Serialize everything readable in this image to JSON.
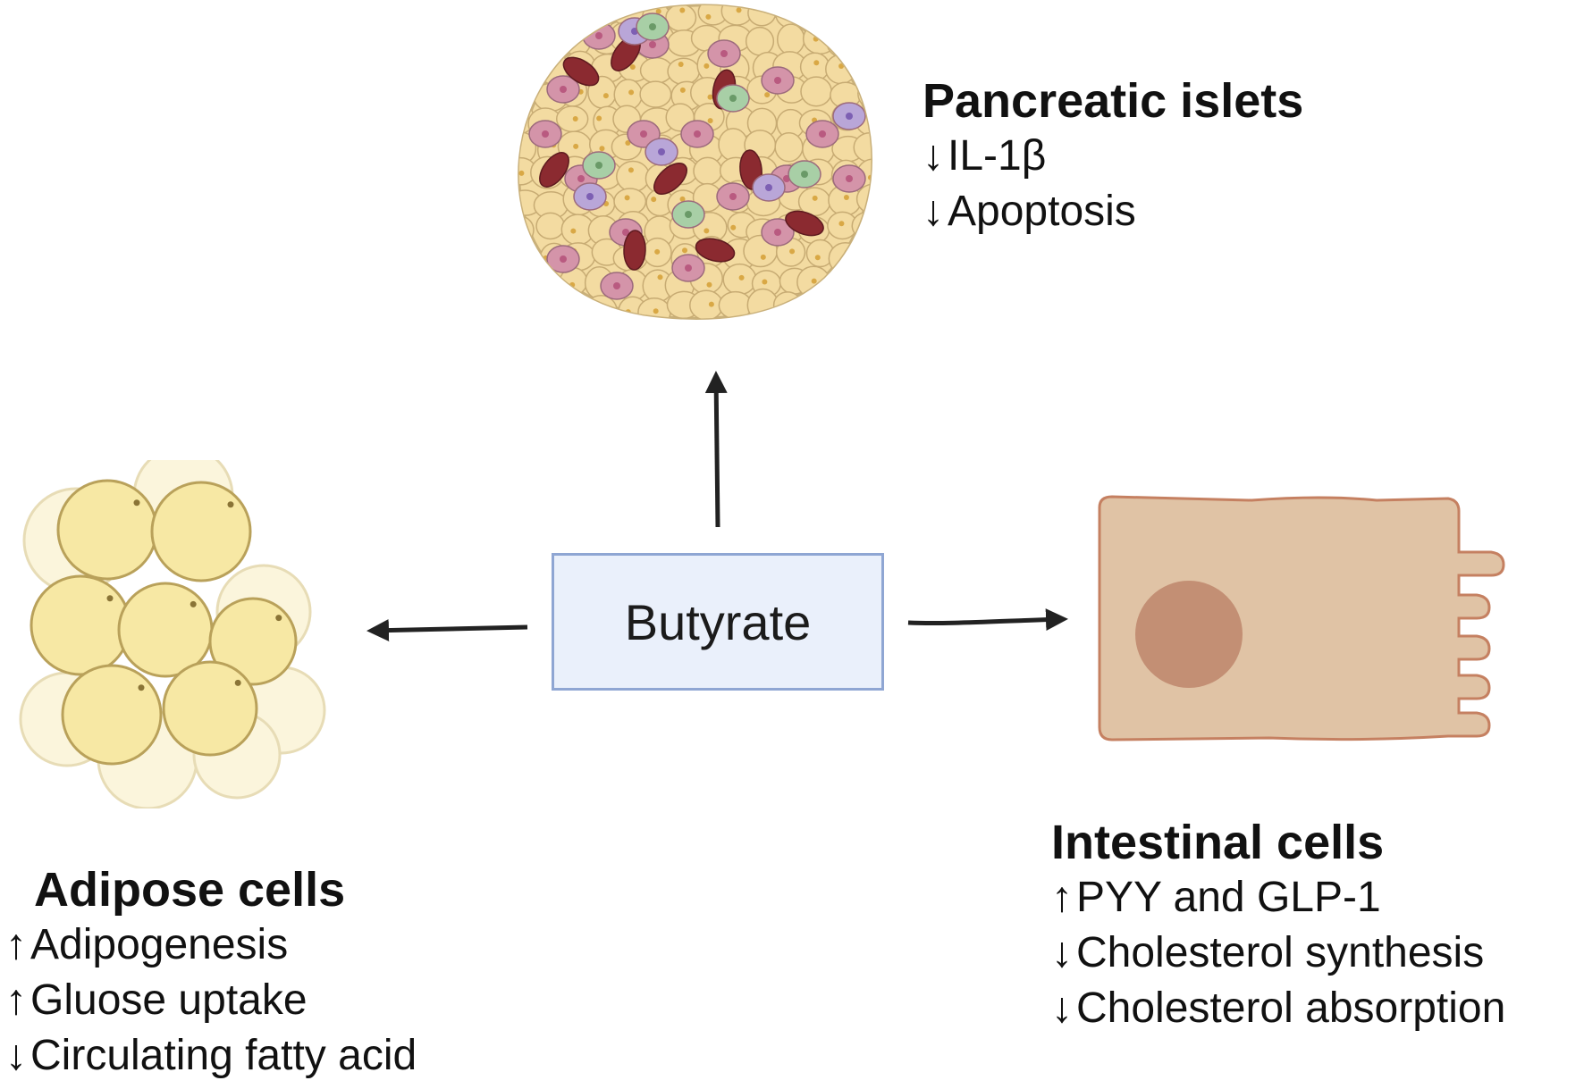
{
  "center": {
    "label": "Butyrate"
  },
  "colors": {
    "box_fill": "#eaf0fb",
    "box_border": "#8fa6d3",
    "arrow": "#222222",
    "islet_matrix": "#f3dba1",
    "islet_alpha": "#d494a9",
    "islet_beta_red": "#8b2a30",
    "islet_delta": "#b9a6d8",
    "islet_pp": "#a8cfa6",
    "adipocyte": "#f7e8a4",
    "intestinal_cell": "#e3c4a8",
    "nucleus": "#c58f74"
  },
  "arrow_glyphs": {
    "up": "↑",
    "down": "↓"
  },
  "targets": {
    "pancreas": {
      "title": "Pancreatic islets",
      "effects": [
        {
          "dir": "down",
          "text": "IL-1β"
        },
        {
          "dir": "down",
          "text": "Apoptosis"
        }
      ]
    },
    "adipose": {
      "title": "Adipose cells",
      "effects": [
        {
          "dir": "up",
          "text": "Adipogenesis"
        },
        {
          "dir": "up",
          "text": "Gluose uptake"
        },
        {
          "dir": "down",
          "text": "Circulating fatty acid"
        }
      ]
    },
    "intestinal": {
      "title": "Intestinal cells",
      "effects": [
        {
          "dir": "up",
          "text": "PYY and GLP-1"
        },
        {
          "dir": "down",
          "text": "Cholesterol synthesis"
        },
        {
          "dir": "down",
          "text": "Cholesterol absorption"
        }
      ]
    }
  },
  "icons": [
    "pancreatic-islet-icon",
    "adipose-cluster-icon",
    "intestinal-cell-icon"
  ]
}
